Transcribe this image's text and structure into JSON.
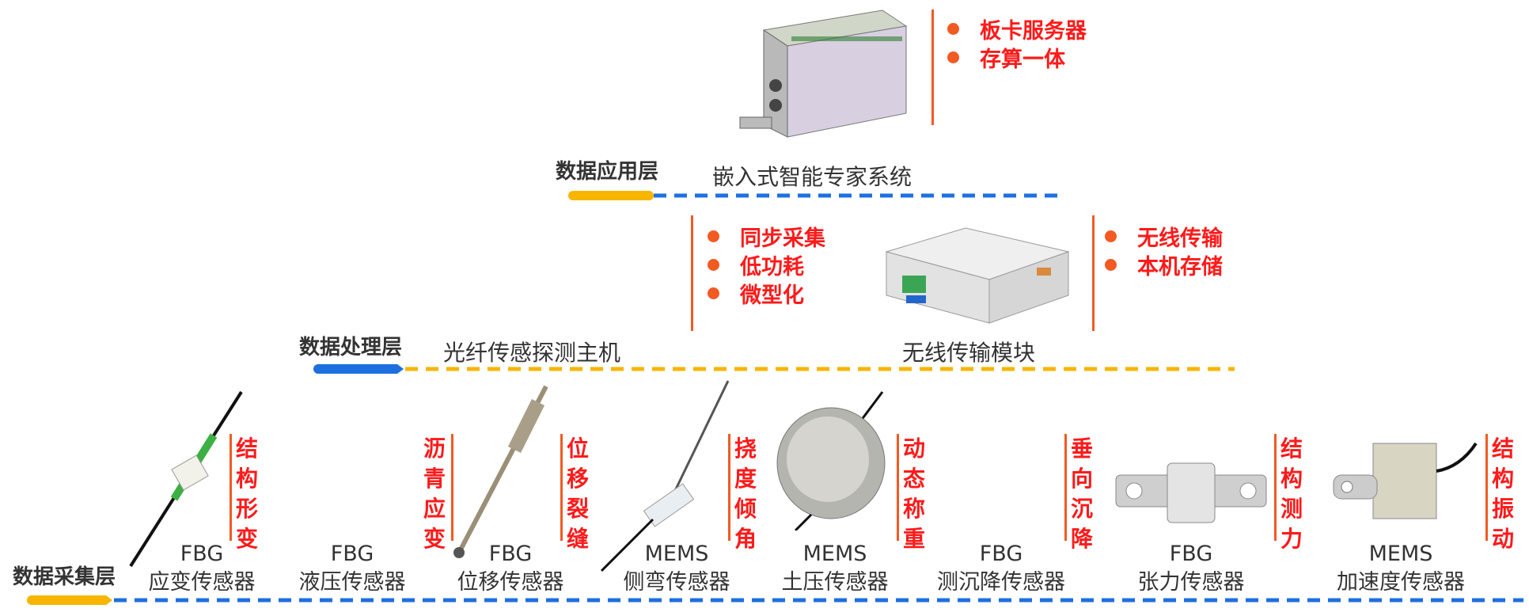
{
  "layers": {
    "application": {
      "title": "数据应用层",
      "device": "嵌入式智能专家系统",
      "features": [
        "板卡服务器",
        "存算一体"
      ]
    },
    "processing": {
      "title": "数据处理层",
      "devices": [
        {
          "name": "光纤传感探测主机",
          "features": [
            "同步采集",
            "低功耗",
            "微型化"
          ]
        },
        {
          "name": "无线传输模块",
          "features": [
            "无线传输",
            "本机存储"
          ]
        }
      ]
    },
    "acquisition": {
      "title": "数据采集层",
      "sensors": [
        {
          "tech": "FBG",
          "name": "应变传感器",
          "tag": "结构形变"
        },
        {
          "tech": "FBG",
          "name": "液压传感器",
          "tag": "沥青应变"
        },
        {
          "tech": "FBG",
          "name": "位移传感器",
          "tag": "位移裂缝"
        },
        {
          "tech": "MEMS",
          "name": "侧弯传感器",
          "tag": "挠度倾角"
        },
        {
          "tech": "MEMS",
          "name": "土压传感器",
          "tag": "动态称重"
        },
        {
          "tech": "FBG",
          "name": "测沉降传感器",
          "tag": "垂向沉降"
        },
        {
          "tech": "FBG",
          "name": "张力传感器",
          "tag": "结构测力"
        },
        {
          "tech": "MEMS",
          "name": "加速度传感器",
          "tag": "结构振动"
        }
      ]
    }
  },
  "colors": {
    "yellow": "#f7b500",
    "blue": "#1e6fe0",
    "orange": "#f25a22",
    "red": "#ff1a1a"
  },
  "icons": [
    "server-card-image",
    "wireless-module-image",
    "strain-sensor-image",
    "displacement-sensor-image",
    "tilt-sensor-image",
    "earth-pressure-sensor-image",
    "tension-sensor-image",
    "accelerometer-image"
  ]
}
